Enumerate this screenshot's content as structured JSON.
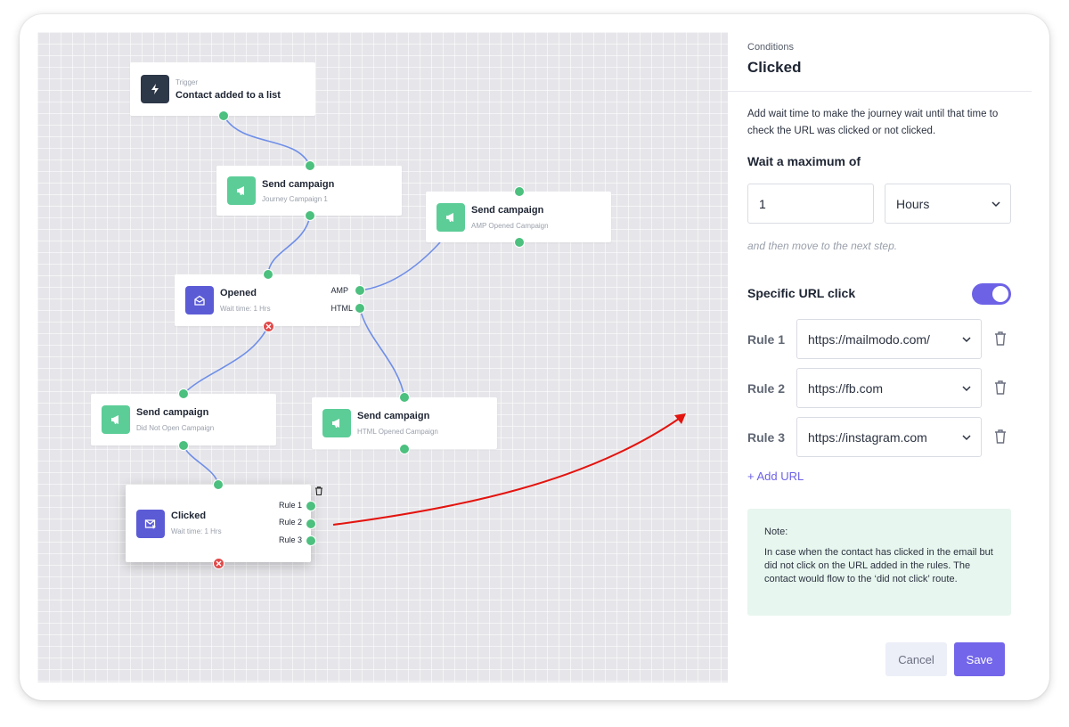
{
  "canvas": {
    "nodes": {
      "trigger": {
        "kicker": "Trigger",
        "title": "Contact added to a list",
        "icon": "lightning-icon"
      },
      "send1": {
        "title": "Send campaign",
        "subtitle": "Journey Campaign 1",
        "icon": "megaphone-icon"
      },
      "send_amp": {
        "title": "Send campaign",
        "subtitle": "AMP Opened Campaign",
        "icon": "megaphone-icon"
      },
      "opened": {
        "title": "Opened",
        "subtitle": "Wait time: 1 Hrs",
        "icon": "envelope-open-icon",
        "ports": [
          "AMP",
          "HTML"
        ]
      },
      "send_not_open": {
        "title": "Send campaign",
        "subtitle": "Did Not Open Campaign",
        "icon": "megaphone-icon"
      },
      "send_html": {
        "title": "Send campaign",
        "subtitle": "HTML Opened Campaign",
        "icon": "megaphone-icon"
      },
      "clicked": {
        "title": "Clicked",
        "subtitle": "Wait time: 1 Hrs",
        "icon": "envelope-click-icon",
        "ports": [
          "Rule 1",
          "Rule 2",
          "Rule 3"
        ]
      }
    }
  },
  "panel": {
    "kicker": "Conditions",
    "title": "Clicked",
    "description": "Add wait time to make the journey wait until that time to check the URL was clicked or not clicked.",
    "wait_label": "Wait a maximum of",
    "wait_value": "1",
    "wait_unit": "Hours",
    "hint": "and then move to the next step.",
    "url_click_label": "Specific URL click",
    "url_click_enabled": true,
    "rules": [
      {
        "label": "Rule 1",
        "url": "https://mailmodo.com/"
      },
      {
        "label": "Rule 2",
        "url": "https://fb.com"
      },
      {
        "label": "Rule 3",
        "url": "https://instagram.com"
      }
    ],
    "add_url": "+ Add URL",
    "note_title": "Note:",
    "note_body": "In case when the contact has clicked in the email but did not click on the URL added in the rules. The contact would flow to the ‘did not click’ route.",
    "cancel": "Cancel",
    "save": "Save"
  },
  "colors": {
    "accent": "#6d62e6",
    "port": "#4cc07e",
    "error": "#e14a4a",
    "campaign": "#5ccd97",
    "annotation_arrow": "#e3140f"
  }
}
